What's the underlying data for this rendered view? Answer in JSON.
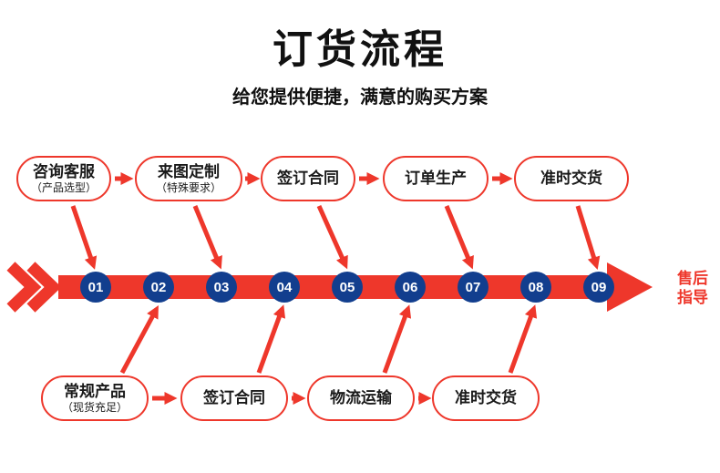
{
  "colors": {
    "red": "#ee372b",
    "navy": "#123e8e"
  },
  "header": {
    "title": "订货流程",
    "subtitle": "给您提供便捷，满意的购买方案"
  },
  "top_steps": [
    {
      "label": "咨询客服",
      "sub": "（产品选型）"
    },
    {
      "label": "来图定制",
      "sub": "（特殊要求）"
    },
    {
      "label": "签订合同",
      "sub": ""
    },
    {
      "label": "订单生产",
      "sub": ""
    },
    {
      "label": "准时交货",
      "sub": ""
    }
  ],
  "bottom_steps": [
    {
      "label": "常规产品",
      "sub": "（现货充足）"
    },
    {
      "label": "签订合同",
      "sub": ""
    },
    {
      "label": "物流运输",
      "sub": ""
    },
    {
      "label": "准时交货",
      "sub": ""
    }
  ],
  "timeline": {
    "numbers": [
      "01",
      "02",
      "03",
      "04",
      "05",
      "06",
      "07",
      "08",
      "09"
    ],
    "end_label": {
      "line1": "售后",
      "line2": "指导"
    }
  }
}
